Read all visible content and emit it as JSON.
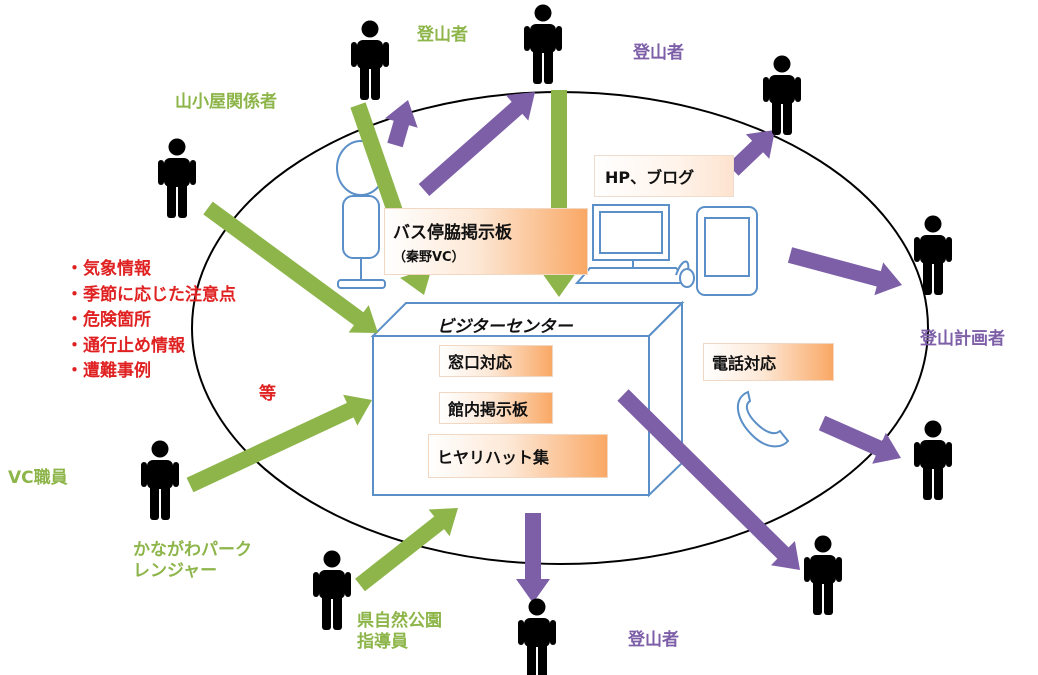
{
  "diagram": {
    "center": {
      "title": "ビジターセンター",
      "items": [
        "窓口対応",
        "館内掲示板",
        "ヒヤリハット集"
      ]
    },
    "bus_board": {
      "line1": "バス停脇掲示板",
      "line2": "（秦野VC）"
    },
    "web": {
      "label": "HP、ブログ"
    },
    "phone": {
      "label": "電話対応"
    },
    "info_list": {
      "items": [
        "・気象情報",
        "・季節に応じた注意点",
        "・危険箇所",
        "・通行止め情報",
        "・遭難事例"
      ],
      "suffix": "等"
    },
    "providers": {
      "hut_staff": "山小屋関係者",
      "climber_top": "登山者",
      "vc_staff": "VC職員",
      "ranger_line1": "かながわパーク",
      "ranger_line2": "レンジャー",
      "park_line1": "県自然公園",
      "park_line2": "指導員"
    },
    "receivers": {
      "climber_top": "登山者",
      "planner": "登山計画者",
      "climber_bottom": "登山者"
    },
    "colors": {
      "provider_arrow": "#8db54a",
      "receiver_arrow": "#7d5fa8",
      "info_text": "#e02121",
      "vc_box_border": "#5b8fc7"
    }
  }
}
